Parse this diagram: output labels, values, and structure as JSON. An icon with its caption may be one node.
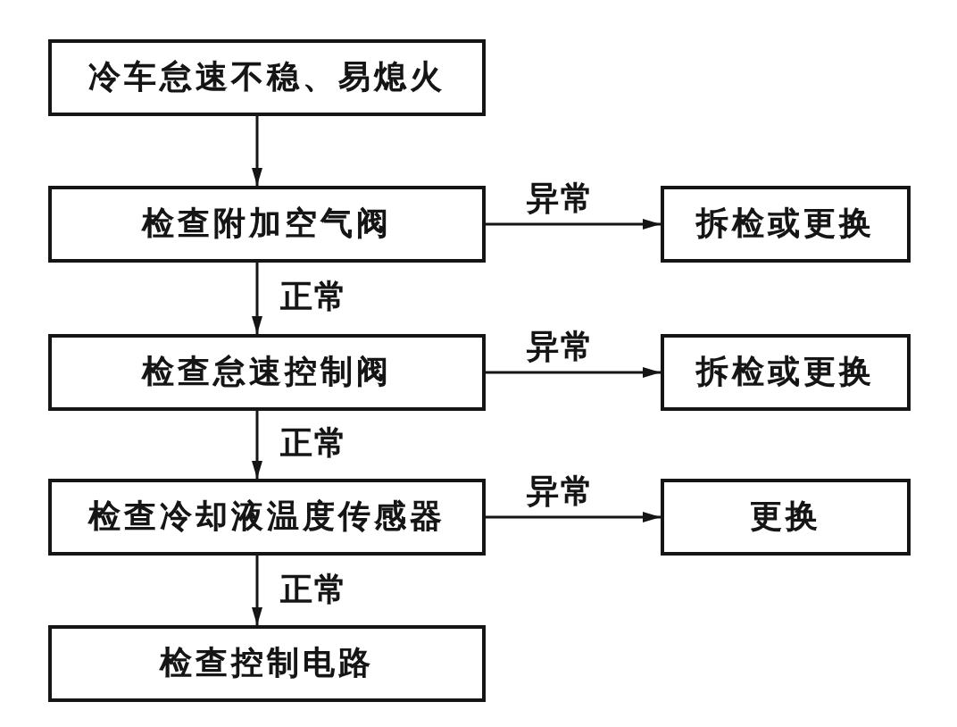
{
  "diagram": {
    "nodes": [
      {
        "text": [
          "冷车怠速不稳、易熄火"
        ]
      },
      {
        "text": [
          "检查附加空气阀"
        ]
      },
      {
        "text": [
          "拆检或更换"
        ]
      },
      {
        "text": [
          "检查怠速控制阀"
        ]
      },
      {
        "text": [
          "拆检或更换"
        ]
      },
      {
        "text": [
          "检查冷却液温度传感器"
        ]
      },
      {
        "text": [
          "更换"
        ]
      },
      {
        "text": [
          "检查控制电路"
        ]
      }
    ],
    "edges": [
      {
        "from": 0,
        "to": 1,
        "arrow": "to"
      },
      {
        "from": 1,
        "to": 2,
        "arrow": "to",
        "label": "异常"
      },
      {
        "from": 1,
        "to": 3,
        "arrow": "to",
        "label": "正常"
      },
      {
        "from": 3,
        "to": 4,
        "arrow": "to",
        "label": "异常"
      },
      {
        "from": 3,
        "to": 5,
        "arrow": "to",
        "label": "正常"
      },
      {
        "from": 5,
        "to": 6,
        "arrow": "to",
        "label": "异常"
      },
      {
        "from": 5,
        "to": 7,
        "arrow": "to",
        "label": "正常"
      }
    ]
  }
}
